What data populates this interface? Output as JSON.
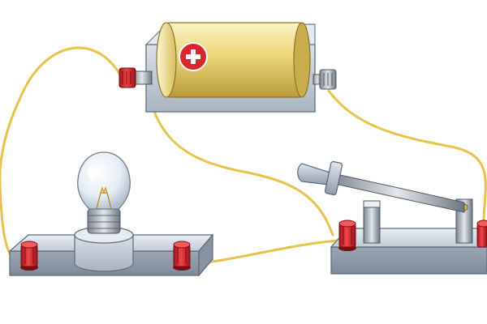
{
  "diagram": {
    "components": [
      {
        "id": "battery",
        "icon": "battery-icon",
        "terminal_mark": "+"
      },
      {
        "id": "bulb",
        "icon": "light-bulb-icon"
      },
      {
        "id": "knife-switch",
        "icon": "knife-switch-icon",
        "state": "open"
      }
    ],
    "wires": [
      {
        "from": "battery-positive-terminal",
        "to": "bulb-left-terminal"
      },
      {
        "from": "battery-positive-terminal",
        "to": "switch-left-terminal"
      },
      {
        "from": "battery-negative-terminal",
        "to": "switch-right-terminal"
      },
      {
        "from": "bulb-right-terminal",
        "to": "switch-left-terminal"
      }
    ],
    "colors": {
      "wire": "#e8c24a",
      "terminal": "#d8262b",
      "base": "#c9d3de",
      "battery_body": "#e9cf6a",
      "plus_badge": "#d9262b"
    }
  }
}
